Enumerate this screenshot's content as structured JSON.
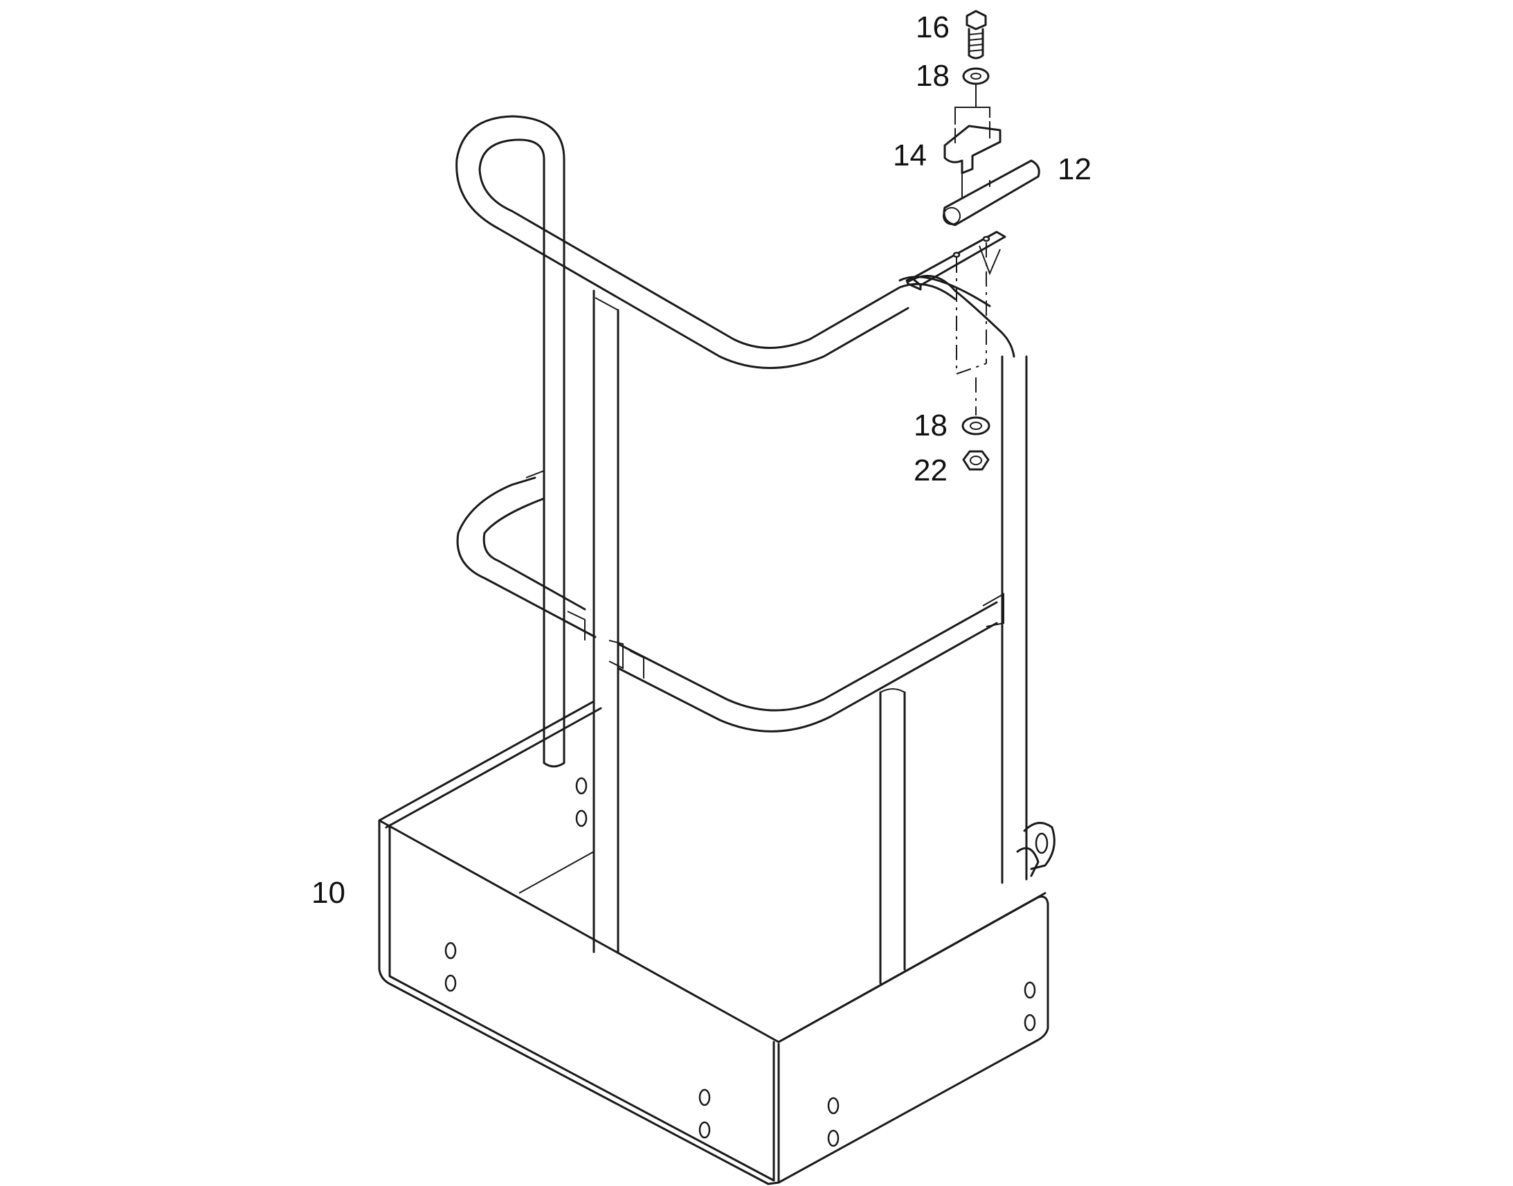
{
  "callouts": {
    "c16": "16",
    "c18_top": "18",
    "c14": "14",
    "c12": "12",
    "c18_bottom": "18",
    "c22": "22",
    "c10": "10"
  },
  "colors": {
    "line": "#1a1a1a",
    "background": "#ffffff"
  }
}
